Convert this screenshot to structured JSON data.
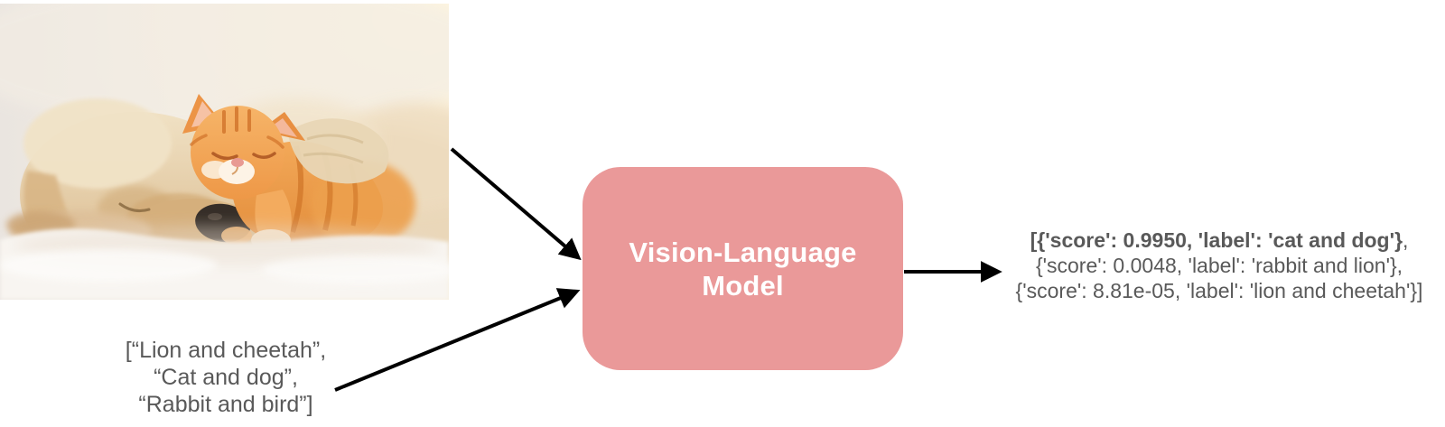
{
  "diagram": {
    "photo": {
      "description": "sleeping cream puppy with orange tabby kitten on white blanket"
    },
    "input_labels": {
      "lines": [
        "[“Lion and cheetah”,",
        "“Cat and dog”,",
        "“Rabbit and bird”]"
      ]
    },
    "model_box": {
      "label_line1": "Vision-Language",
      "label_line2": "Model"
    },
    "output": {
      "line1_bold": "[{'score': 0.9950, 'label': 'cat and dog'}",
      "line1_rest": ",",
      "line2": "{'score': 0.0048, 'label': 'rabbit and lion'},",
      "line3": "{'score': 8.81e-05, 'label': 'lion and cheetah'}]"
    },
    "colors": {
      "model_box_fill": "#ea9999",
      "model_box_text": "#ffffff",
      "body_text": "#595959",
      "arrow": "#000000"
    }
  }
}
